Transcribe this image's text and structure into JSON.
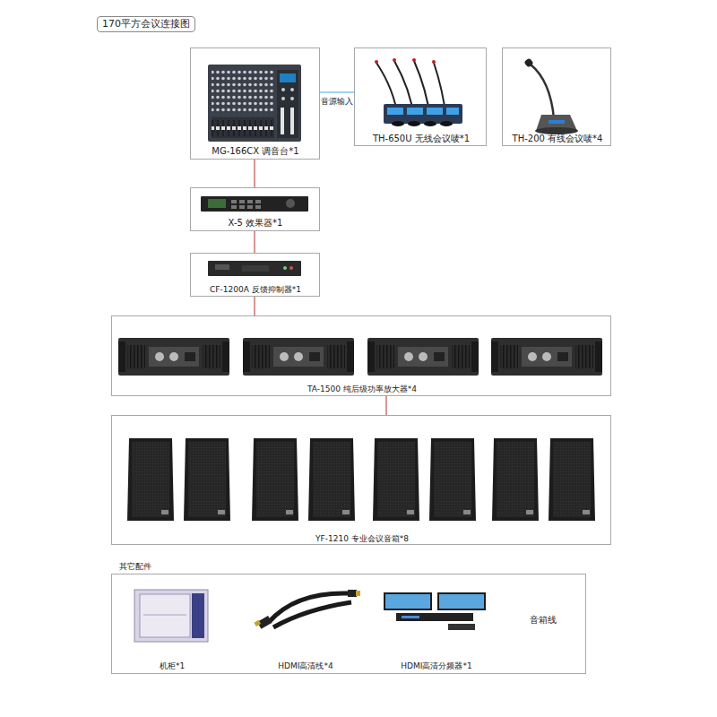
{
  "diagram": {
    "title": "170平方会议连接图",
    "nodes": [
      {
        "text": [
          "MG-166CX 调音台*1"
        ]
      },
      {
        "text": [
          "TH-650U 无线会议唛*1"
        ]
      },
      {
        "text": [
          "TH-200 有线会议唛*4"
        ]
      },
      {
        "text": [
          "X-5 效果器*1"
        ]
      },
      {
        "text": [
          "CF-1200A 反馈抑制器*1"
        ]
      },
      {
        "text": [
          "TA-1500 纯后级功率放大器*4"
        ]
      },
      {
        "text": [
          "YF-1210 专业会议音箱*8"
        ]
      },
      {
        "text": [
          "其它配件",
          "机柜*1",
          "HDMI高清线*4",
          "HDMI高清分频器*1",
          "音箱线"
        ]
      }
    ],
    "edges": [
      {
        "from": 0,
        "to": 1,
        "label": "音源输入",
        "arrow": "none"
      },
      {
        "from": 0,
        "to": 3,
        "arrow": "none"
      },
      {
        "from": 3,
        "to": 4,
        "arrow": "none"
      },
      {
        "from": 4,
        "to": 5,
        "arrow": "none"
      },
      {
        "from": 5,
        "to": 6,
        "arrow": "none"
      }
    ]
  }
}
